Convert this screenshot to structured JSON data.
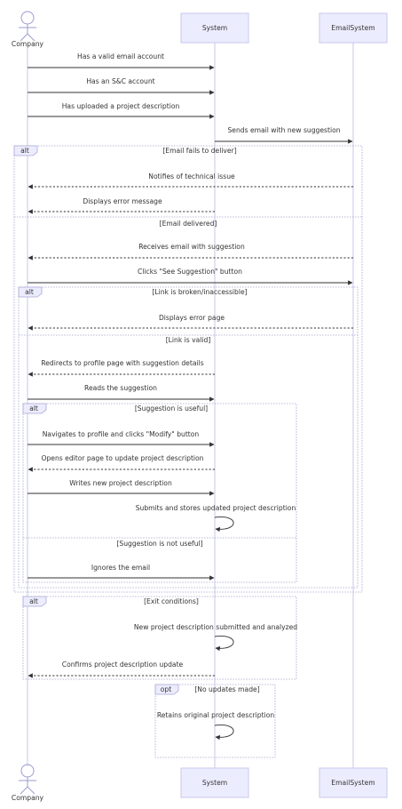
{
  "actors": {
    "company": "Company",
    "system": "System",
    "email_system": "EmailSystem"
  },
  "messages": {
    "m1": "Has a valid email account",
    "m2": "Has an S&C account",
    "m3": "Has uploaded a project description",
    "m4": "Sends email with new suggestion",
    "m5": "Notifies of technical issue",
    "m6": "Displays error message",
    "m7": "Receives email with suggestion",
    "m8": "Clicks \"See Suggestion\" button",
    "m9": "Displays error page",
    "m10": "Redirects to profile page with suggestion details",
    "m11": "Reads the suggestion",
    "m12": "Navigates to profile and clicks \"Modify\" button",
    "m13": "Opens editor page to update project description",
    "m14": "Writes new project description",
    "m15": "Submits and stores updated project description",
    "m16": "Ignores the email",
    "m17": "New project description submitted and analyzed",
    "m18": "Confirms project description update",
    "m19": "Retains original project description"
  },
  "frames": {
    "f1": {
      "kind": "alt",
      "condition": "[Email fails to deliver]",
      "else_condition": "[Email delivered]"
    },
    "f2": {
      "kind": "alt",
      "condition": "[Link is broken/inaccessible]",
      "else_condition": "[Link is valid]"
    },
    "f3": {
      "kind": "alt",
      "condition": "[Suggestion is useful]",
      "else_condition": "[Suggestion is not useful]"
    },
    "f4": {
      "kind": "alt",
      "condition": "[Exit conditions]"
    },
    "f5": {
      "kind": "opt",
      "condition": "[No updates made]"
    }
  }
}
